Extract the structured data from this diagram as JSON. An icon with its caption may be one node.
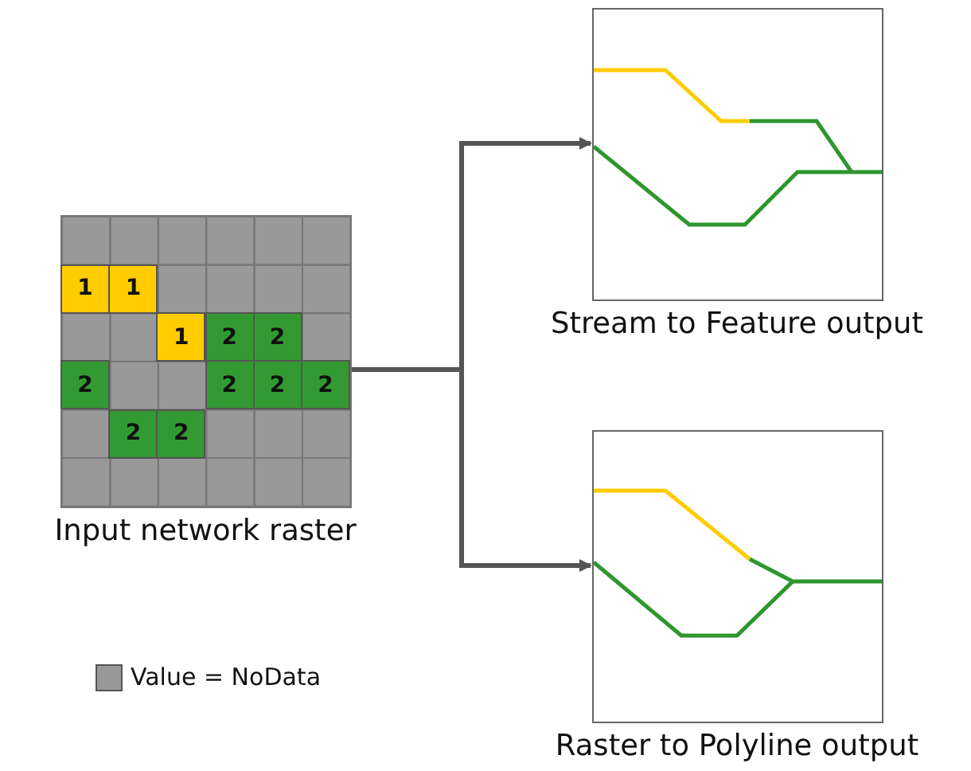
{
  "diagram": {
    "nodes": [
      {
        "text": [
          "Input network raster"
        ]
      },
      {
        "text": [
          "Stream to Feature output"
        ]
      },
      {
        "text": [
          "Raster to Polyline output"
        ]
      }
    ],
    "edges": [
      {
        "from": 0,
        "to": 1,
        "arrow": "to"
      },
      {
        "from": 0,
        "to": 2,
        "arrow": "to"
      }
    ],
    "labels": [
      "1",
      "1",
      "1",
      "2",
      "2",
      "2",
      "2",
      "2",
      "2",
      "2",
      "2"
    ],
    "legend": [
      {
        "text": "Value = NoData",
        "color": "#999999"
      }
    ]
  }
}
